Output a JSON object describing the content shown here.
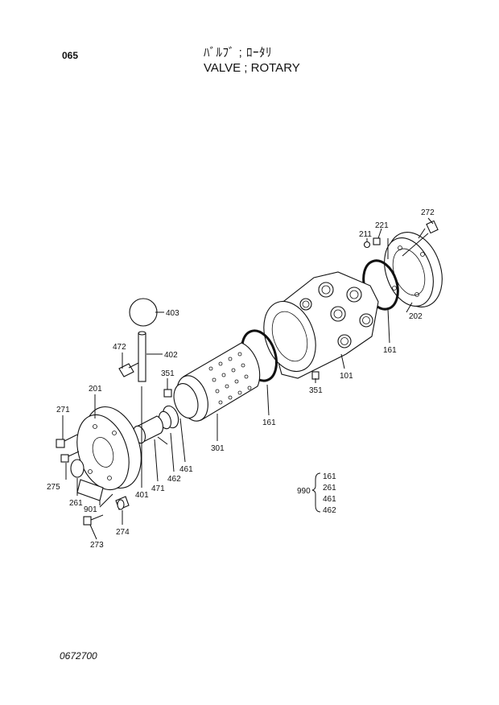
{
  "header": {
    "page_number": "065",
    "title_jp": "ﾊﾞﾙﾌﾞ ; ﾛｰﾀﾘ",
    "title_en": "VALVE ; ROTARY"
  },
  "callouts": {
    "c272": "272",
    "c221": "221",
    "c211": "211",
    "c202": "202",
    "c161a": "161",
    "c101": "101",
    "c351a": "351",
    "c161b": "161",
    "c301": "301",
    "c351b": "351",
    "c461": "461",
    "c462": "462",
    "c471": "471",
    "c401": "401",
    "c403": "403",
    "c472": "472",
    "c402": "402",
    "c201": "201",
    "c271": "271",
    "c275": "275",
    "c261": "261",
    "c901": "901",
    "c274": "274",
    "c273": "273"
  },
  "kit": {
    "number": "990",
    "parts": [
      "161",
      "261",
      "461",
      "462"
    ]
  },
  "footer": {
    "code": "0672700"
  }
}
